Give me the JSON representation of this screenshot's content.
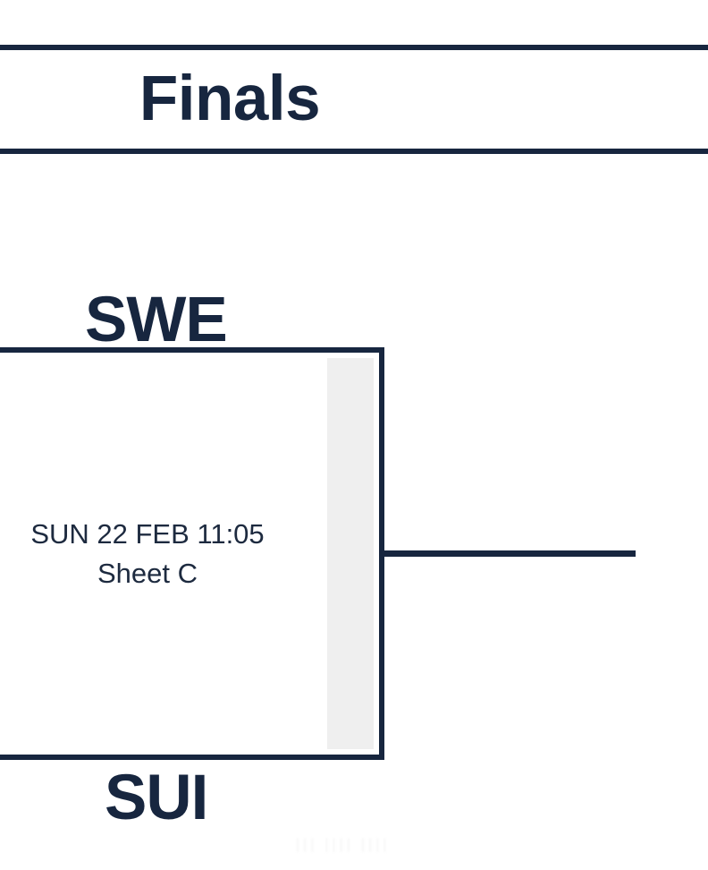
{
  "page": {
    "background_color": "#ffffff",
    "accent_color": "#17263f",
    "text_color": "#1d2a3f",
    "shade_color": "#efefef"
  },
  "round": {
    "title": "Finals"
  },
  "match": {
    "top_team": "SWE",
    "bottom_team": "SUI",
    "datetime": "SUN 22 FEB 11:05",
    "sheet": "Sheet C"
  },
  "watermark": {
    "text": "III IIII IIII"
  }
}
